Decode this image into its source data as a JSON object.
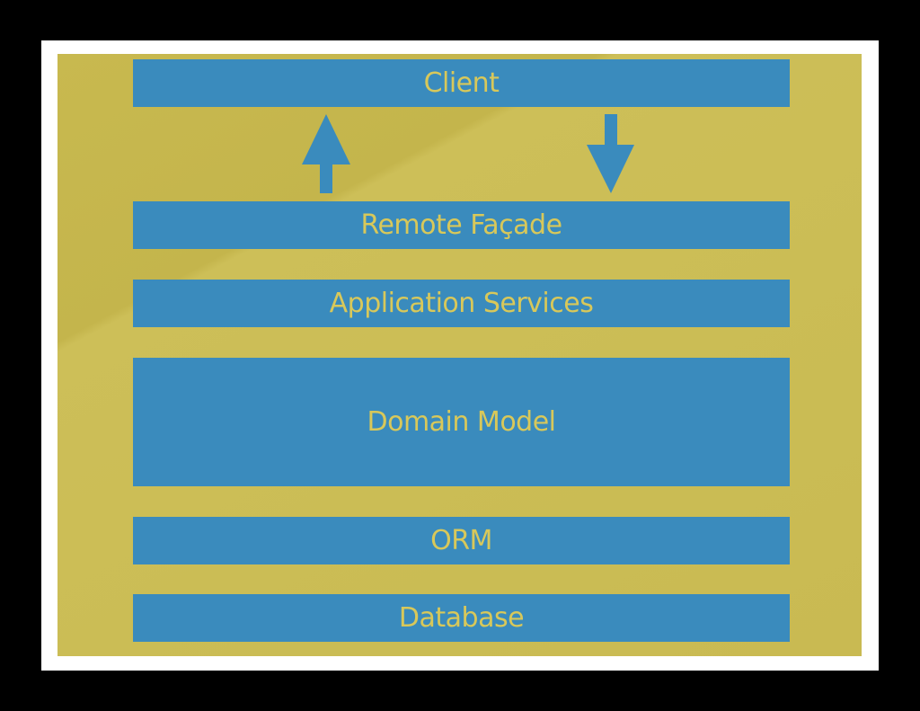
{
  "diagram": {
    "layers": [
      {
        "id": "client",
        "label": "Client"
      },
      {
        "id": "remote-facade",
        "label": "Remote Façade"
      },
      {
        "id": "application-services",
        "label": "Application Services"
      },
      {
        "id": "domain-model",
        "label": "Domain Model"
      },
      {
        "id": "orm",
        "label": "ORM"
      },
      {
        "id": "database",
        "label": "Database"
      }
    ],
    "arrows": [
      {
        "from": "Remote Façade",
        "to": "Client",
        "direction": "up"
      },
      {
        "from": "Client",
        "to": "Remote Façade",
        "direction": "down"
      }
    ],
    "colors": {
      "background": "#c9ba52",
      "layer_fill": "#3a8bbd",
      "layer_text": "#d8c85a",
      "frame": "#ffffff",
      "outer": "#000000"
    }
  }
}
